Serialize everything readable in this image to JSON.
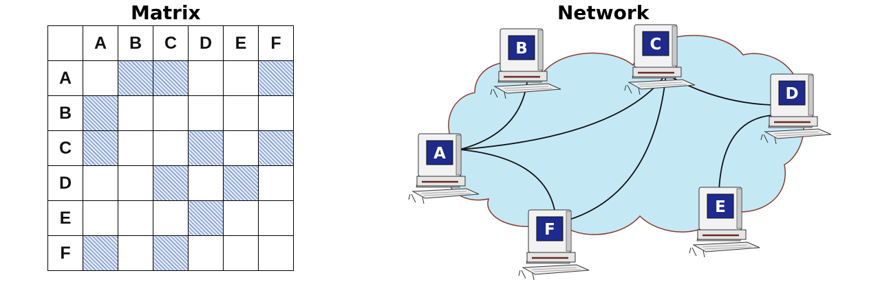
{
  "matrix": {
    "title": "Matrix",
    "columns": [
      "A",
      "B",
      "C",
      "D",
      "E",
      "F"
    ],
    "rows": [
      {
        "label": "A",
        "cells": [
          0,
          1,
          1,
          0,
          0,
          1
        ]
      },
      {
        "label": "B",
        "cells": [
          1,
          0,
          0,
          0,
          0,
          0
        ]
      },
      {
        "label": "C",
        "cells": [
          1,
          0,
          0,
          1,
          0,
          1
        ]
      },
      {
        "label": "D",
        "cells": [
          0,
          0,
          1,
          0,
          1,
          0
        ]
      },
      {
        "label": "E",
        "cells": [
          0,
          0,
          0,
          1,
          0,
          0
        ]
      },
      {
        "label": "F",
        "cells": [
          1,
          0,
          1,
          0,
          0,
          0
        ]
      }
    ]
  },
  "network": {
    "title": "Network",
    "nodes": [
      "A",
      "B",
      "C",
      "D",
      "E",
      "F"
    ],
    "edges": [
      [
        "A",
        "B"
      ],
      [
        "A",
        "C"
      ],
      [
        "A",
        "F"
      ],
      [
        "C",
        "D"
      ],
      [
        "C",
        "F"
      ],
      [
        "E",
        "D"
      ]
    ],
    "cloud_color": "#c5e8f5",
    "cloud_outline": "#8b3a2b",
    "screen_color": "#1e2a8c"
  }
}
